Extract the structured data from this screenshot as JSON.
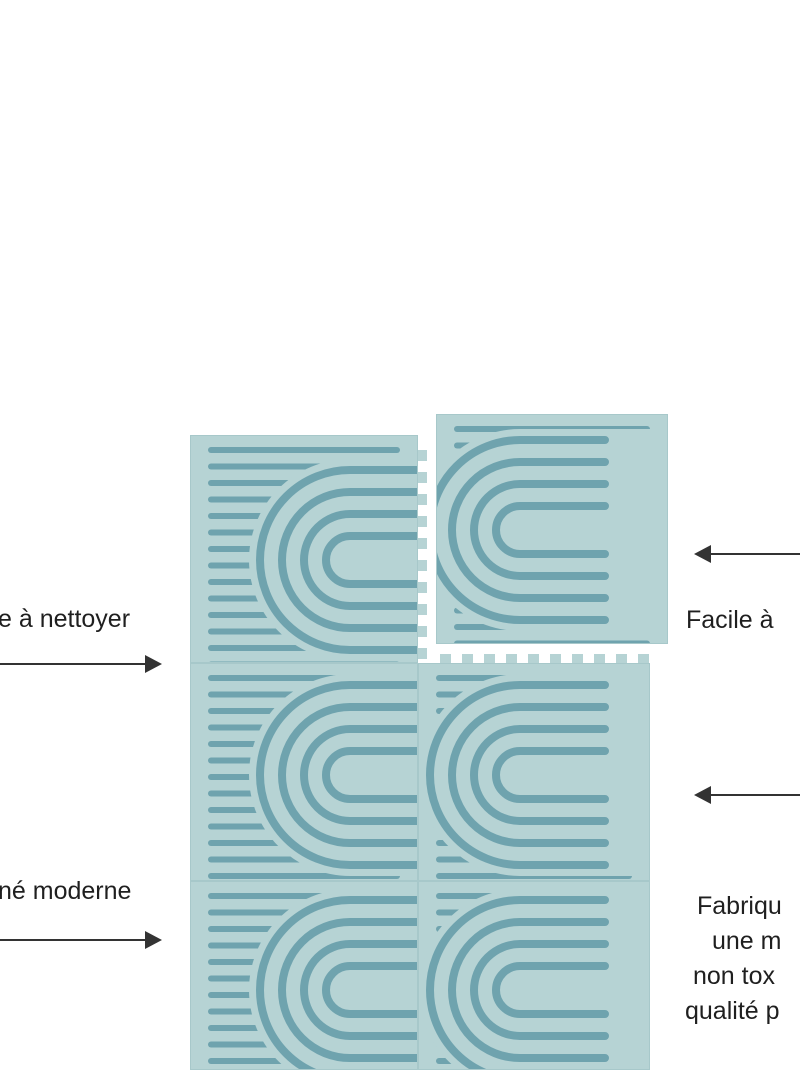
{
  "labels": {
    "left_top": "e à nettoyer",
    "left_bottom": "né moderne",
    "right_top": "Facile à",
    "right_bottom": [
      "Fabriqu",
      "une m",
      "non tox",
      "qualité p"
    ]
  },
  "colors": {
    "background": "#ffffff",
    "mat_base": "#b6d3d4",
    "mat_stripe": "#6fa3ae",
    "text": "#1f1f1f",
    "arrow": "#333333"
  },
  "image": {
    "subject": "foam-play-mat-tiles",
    "tile_count": 6,
    "separated_tile": "top-right"
  }
}
